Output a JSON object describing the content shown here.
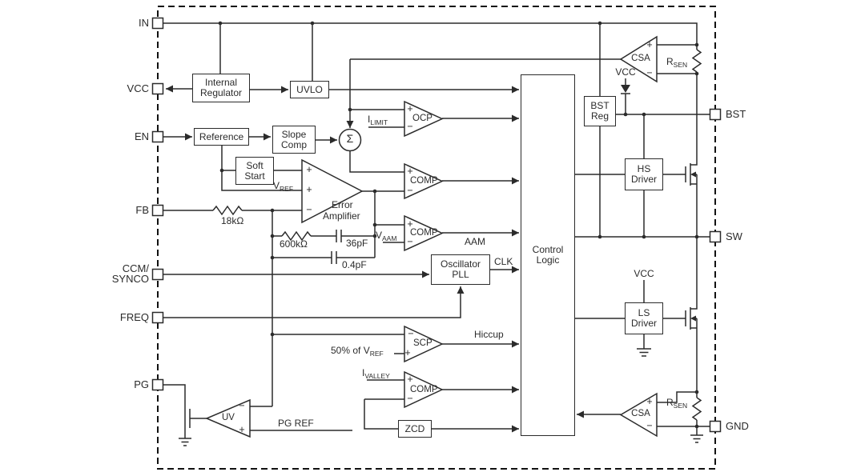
{
  "colors": {
    "ink": "#2b2b2b",
    "background": "#ffffff"
  },
  "pins": {
    "in": "IN",
    "vcc": "VCC",
    "en": "EN",
    "fb": "FB",
    "ccm_synco": [
      "CCM/",
      "SYNCO"
    ],
    "freq": "FREQ",
    "pg": "PG",
    "bst": "BST",
    "sw": "SW",
    "gnd": "GND"
  },
  "blocks": {
    "internal_regulator": [
      "Internal",
      "Regulator"
    ],
    "uvlo": "UVLO",
    "reference": "Reference",
    "slope_comp": [
      "Slope",
      "Comp"
    ],
    "soft_start": [
      "Soft",
      "Start"
    ],
    "oscillator_pll": [
      "Oscillator",
      "PLL"
    ],
    "control_logic": [
      "Control",
      "Logic"
    ],
    "bst_reg": [
      "BST",
      "Reg"
    ],
    "hs_driver": [
      "HS",
      "Driver"
    ],
    "ls_driver": [
      "LS",
      "Driver"
    ],
    "zcd": "ZCD"
  },
  "amplifiers": {
    "csa_top": "CSA",
    "csa_bottom": "CSA",
    "ocp": "OCP",
    "error_amplifier": [
      "Error",
      "Amplifier"
    ],
    "comp_pwm": "COMP",
    "comp_aam": "COMP",
    "comp_valley": "COMP",
    "scp": "SCP",
    "uv": "UV",
    "summing_node": "Σ"
  },
  "signals": {
    "ilimit": {
      "base": "I",
      "sub": "LIMIT"
    },
    "vref": {
      "base": "V",
      "sub": "REF"
    },
    "vaam": {
      "base": "V",
      "sub": "AAM"
    },
    "ivalley": {
      "base": "I",
      "sub": "VALLEY"
    },
    "scp_threshold": {
      "base": "50% of V",
      "sub": "REF"
    },
    "aam": "AAM",
    "clk": "CLK",
    "hiccup": "Hiccup",
    "pg_ref": "PG REF",
    "vcc_bootstrap": "VCC",
    "vcc_driver": "VCC",
    "plus": "+",
    "minus": "−"
  },
  "components": {
    "rsen_top": {
      "base": "R",
      "sub": "SEN"
    },
    "rsen_bottom": {
      "base": "R",
      "sub": "SEN"
    },
    "r_feedback": "18kΩ",
    "r_comp": "600kΩ",
    "c_comp": "36pF",
    "c_hf": "0.4pF"
  }
}
